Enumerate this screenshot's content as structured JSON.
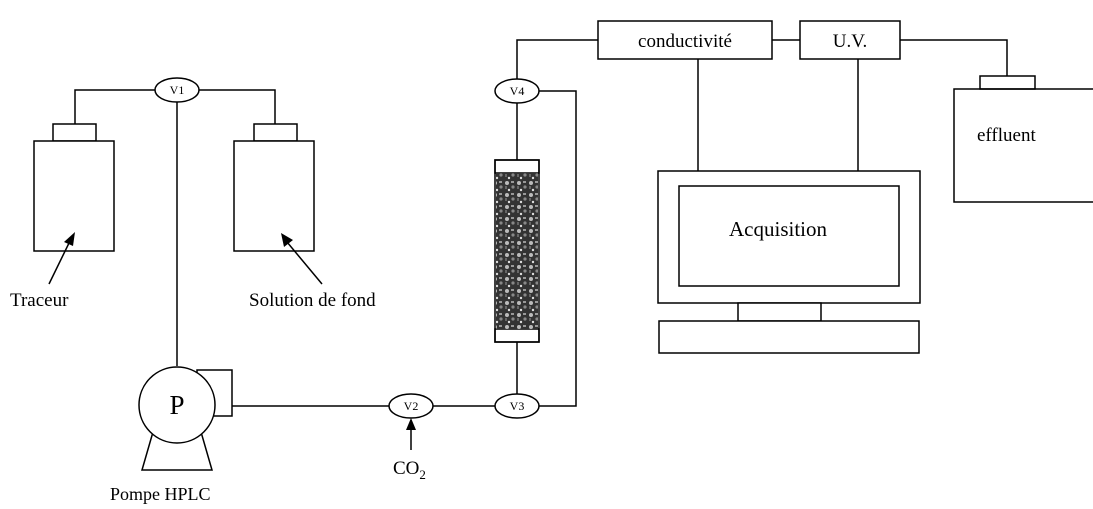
{
  "valves": {
    "v1": "V1",
    "v2": "V2",
    "v3": "V3",
    "v4": "V4"
  },
  "labels": {
    "traceur": "Traceur",
    "solution_de_fond": "Solution de fond",
    "pump_symbol": "P",
    "pump_name": "Pompe HPLC",
    "co2": "CO",
    "co2_subscript": "2",
    "conductivite": "conductivité",
    "uv": "U.V.",
    "effluent": "effluent",
    "acquisition": "Acquisition"
  }
}
